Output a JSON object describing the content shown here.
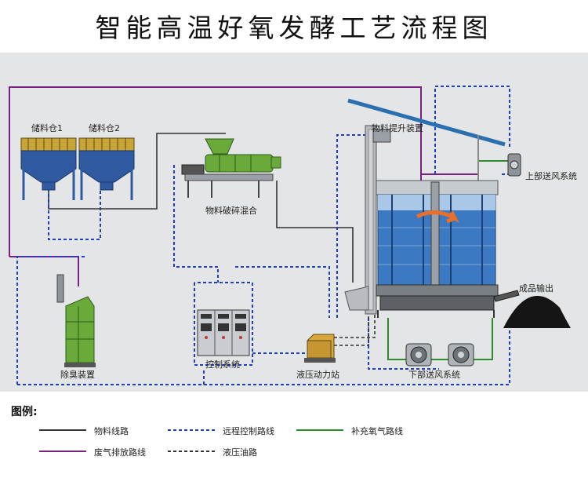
{
  "title": "智能高温好氧发酵工艺流程图",
  "labels": {
    "bin1": "储料仓1",
    "bin2": "储料仓2",
    "crusher": "物料破碎混合",
    "lift": "物料提升装置",
    "upper_fan": "上部送风系统",
    "product": "成品输出",
    "deodor": "除臭装置",
    "control": "控制系统",
    "hydraulic": "液压动力站",
    "lower_fan": "下部送风系统"
  },
  "legend": {
    "title": "图例:",
    "items": [
      {
        "label": "物料线路",
        "color": "#333333",
        "style": "solid"
      },
      {
        "label": "远程控制路线",
        "color": "#1f3fbf",
        "style": "dashed"
      },
      {
        "label": "补充氧气路线",
        "color": "#2e8b2e",
        "style": "solid"
      },
      {
        "label": "废气排放路线",
        "color": "#7b1f82",
        "style": "solid"
      },
      {
        "label": "液压油路",
        "color": "#333333",
        "style": "dashed"
      }
    ]
  },
  "colors": {
    "material": "#333333",
    "remote": "#1f3fbf",
    "oxygen": "#2e8b2e",
    "exhaust": "#7b1f82",
    "hydraulic_oil": "#333333",
    "panel": "#e4e5e6",
    "equipment_green": "#6aaa3a",
    "equipment_blue": "#2f5aa0"
  }
}
